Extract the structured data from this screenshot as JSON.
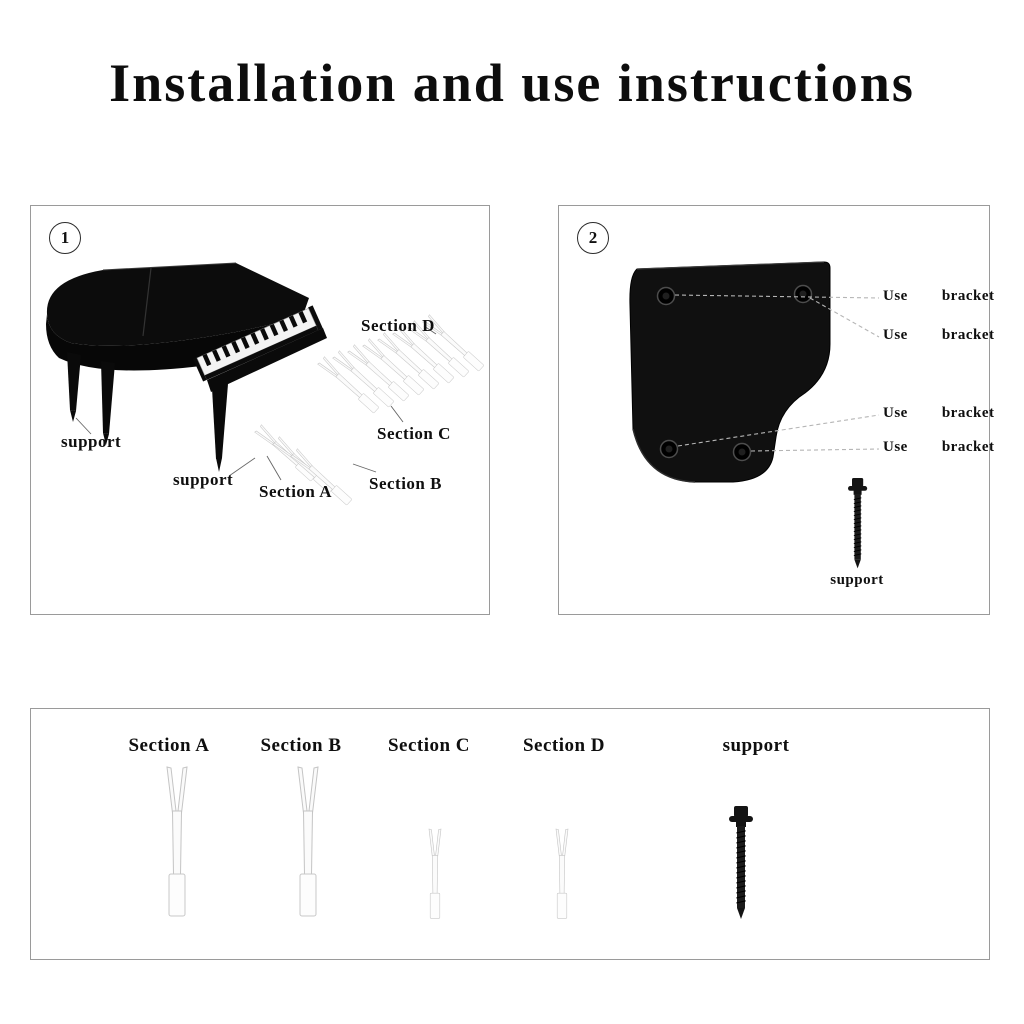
{
  "title": "Installation and use instructions",
  "panel1": {
    "number": "1",
    "support_left": "support",
    "support_bottom": "support",
    "section_a": "Section A",
    "section_b": "Section B",
    "section_c": "Section C",
    "section_d": "Section D"
  },
  "panel2": {
    "number": "2",
    "bracket_labels": [
      "Use        bracket",
      "Use        bracket",
      "Use        bracket",
      "Use        bracket"
    ],
    "support": "support"
  },
  "parts": {
    "items": [
      {
        "label": "Section A"
      },
      {
        "label": "Section B"
      },
      {
        "label": "Section C"
      },
      {
        "label": "Section D"
      },
      {
        "label": "support"
      }
    ]
  },
  "colors": {
    "piano_black": "#0c0c0c",
    "part_white": "#fafafa",
    "outline_gray": "#9a9a9a"
  }
}
